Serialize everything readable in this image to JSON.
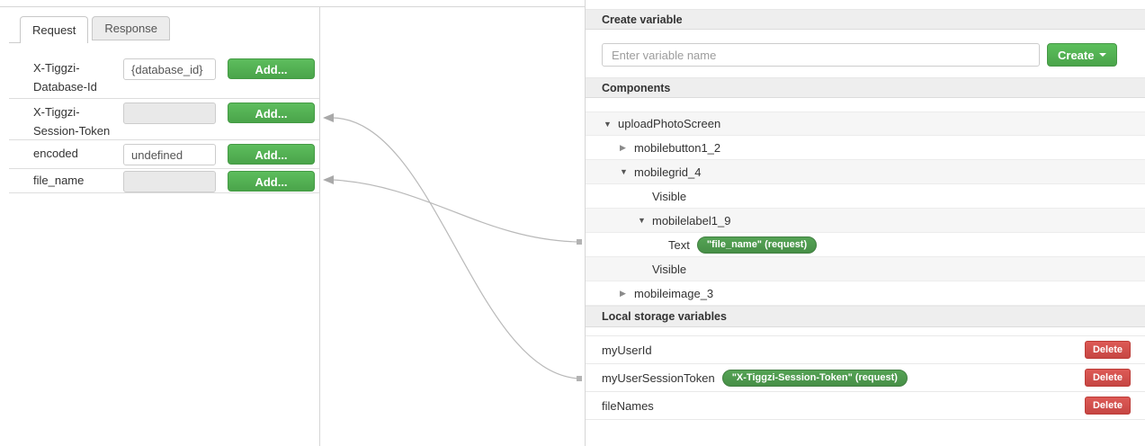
{
  "left_panel": {
    "tabs": [
      {
        "label": "Request"
      },
      {
        "label": "Response"
      }
    ],
    "active_tab": "Request",
    "params": [
      {
        "line1": "X-Tiggzi-",
        "line2": "Database-Id",
        "value": "{database_id}",
        "button": "Add..."
      },
      {
        "line1": "X-Tiggzi-",
        "line2": "Session-Token",
        "value": "",
        "button": "Add..."
      },
      {
        "line1": "encoded",
        "line2": "",
        "value": "undefined",
        "button": "Add..."
      },
      {
        "line1": "file_name",
        "line2": "",
        "value": "",
        "button": "Add..."
      }
    ]
  },
  "right_panel": {
    "create_variable": {
      "title": "Create variable",
      "input_placeholder": "Enter variable name",
      "create_button": "Create"
    },
    "components": {
      "title": "Components",
      "tree": [
        {
          "glyph": "▼",
          "label": "uploadPhotoScreen"
        },
        {
          "glyph": "▶",
          "label": "mobilebutton1_2"
        },
        {
          "glyph": "▼",
          "label": "mobilegrid_4"
        },
        {
          "glyph": "",
          "label": "Visible"
        },
        {
          "glyph": "▼",
          "label": "mobilelabel1_9"
        },
        {
          "glyph": "",
          "label": "Text",
          "badge": "\"file_name\" (request)"
        },
        {
          "glyph": "",
          "label": "Visible"
        },
        {
          "glyph": "▶",
          "label": "mobileimage_3"
        }
      ]
    },
    "local_storage": {
      "title": "Local storage variables",
      "rows": [
        {
          "name": "myUserId",
          "delete_button": "Delete"
        },
        {
          "name": "myUserSessionToken",
          "badge": "\"X-Tiggzi-Session-Token\" (request)",
          "delete_button": "Delete"
        },
        {
          "name": "fileNames",
          "delete_button": "Delete"
        }
      ]
    }
  },
  "colors": {
    "accent_green": "#5cb85c",
    "badge_green": "#4f9b4f",
    "danger_red": "#d9534f",
    "connector_gray": "#b5b5b5",
    "header_bg": "#eeeeee"
  }
}
